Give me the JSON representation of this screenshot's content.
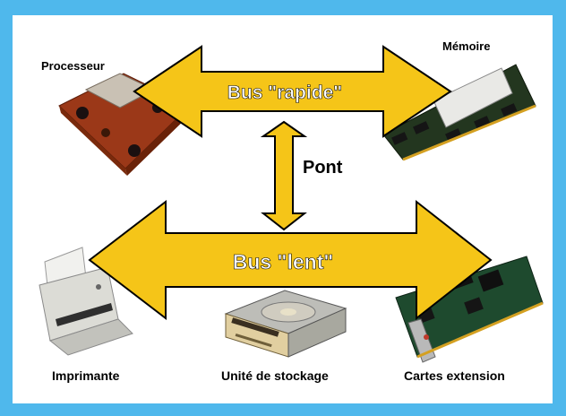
{
  "colors": {
    "frame": "#4fb8ec",
    "arrow_fill": "#f5c518",
    "arrow_stroke": "#000000"
  },
  "buses": {
    "fast": "Bus \"rapide\"",
    "slow": "Bus \"lent\""
  },
  "bridge": "Pont",
  "components": {
    "processor": "Processeur",
    "memory": "Mémoire",
    "printer": "Imprimante",
    "storage": "Unité de stockage",
    "expansion": "Cartes extension"
  },
  "icons": [
    "processor-chip-icon",
    "memory-module-icon",
    "printer-icon",
    "floppy-drive-icon",
    "expansion-card-icon"
  ]
}
